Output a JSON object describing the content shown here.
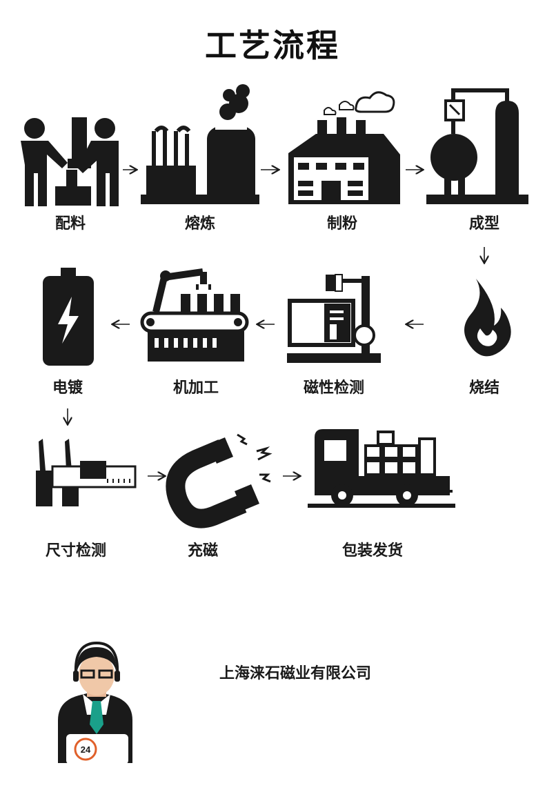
{
  "title": "工艺流程",
  "steps": [
    {
      "label": "配料",
      "icon": "workers-icon"
    },
    {
      "label": "熔炼",
      "icon": "smelting-plant-icon"
    },
    {
      "label": "制粉",
      "icon": "factory-icon"
    },
    {
      "label": "成型",
      "icon": "gas-tank-icon"
    },
    {
      "label": "烧结",
      "icon": "flame-icon"
    },
    {
      "label": "磁性检测",
      "icon": "inspection-machine-icon"
    },
    {
      "label": "机加工",
      "icon": "robot-arm-conveyor-icon"
    },
    {
      "label": "电镀",
      "icon": "battery-icon"
    },
    {
      "label": "尺寸检测",
      "icon": "caliper-icon"
    },
    {
      "label": "充磁",
      "icon": "horseshoe-magnet-icon"
    },
    {
      "label": "包装发货",
      "icon": "delivery-truck-icon"
    }
  ],
  "company": {
    "name": "上海涞石磁业有限公司",
    "badge": "24",
    "icon": "support-agent-icon"
  },
  "colors": {
    "ink": "#1a1a1a",
    "tie": "#1aa08a",
    "badge_ring": "#e0602a"
  }
}
